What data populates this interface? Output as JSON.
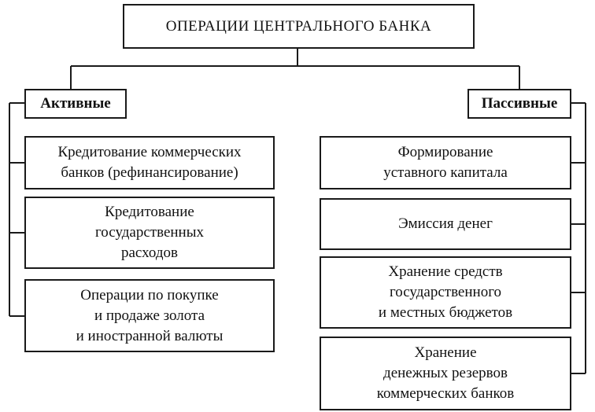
{
  "diagram": {
    "title": "ОПЕРАЦИИ ЦЕНТРАЛЬНОГО БАНКА",
    "left": {
      "header": "Активные",
      "items": [
        "Кредитование коммерческих\nбанков (рефинансирование)",
        "Кредитование\nгосударственных\nрасходов",
        "Операции по покупке\nи продаже золота\nи иностранной валюты"
      ]
    },
    "right": {
      "header": "Пассивные",
      "items": [
        "Формирование\nуставного капитала",
        "Эмиссия денег",
        "Хранение средств\nгосударственного\nи местных бюджетов",
        "Хранение\nденежных резервов\nкоммерческих банков"
      ]
    }
  }
}
